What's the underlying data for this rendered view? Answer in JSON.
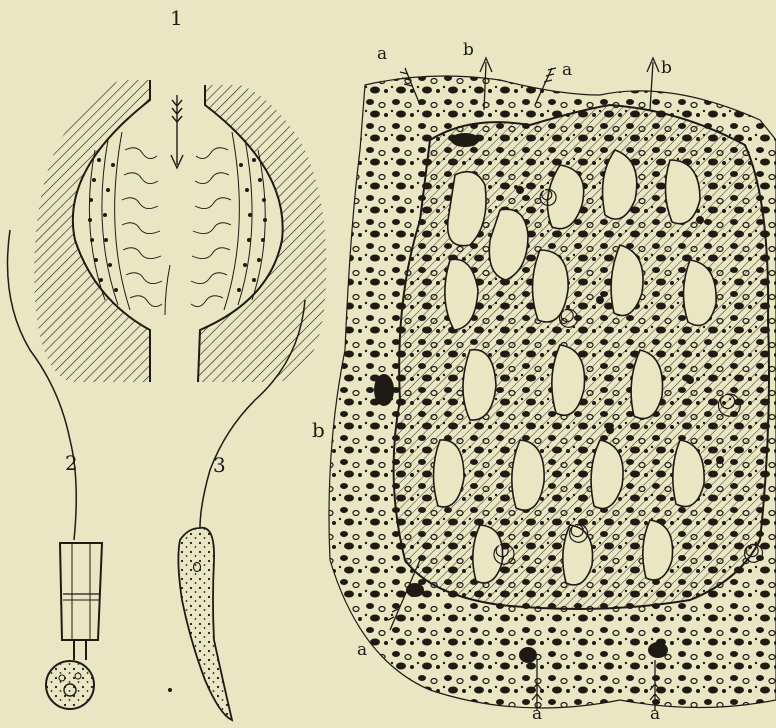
{
  "figure": {
    "labels": {
      "fig1": "1",
      "fig2": "2",
      "fig3": "3",
      "a_top_left": "a",
      "b_top_left": "b",
      "a_top_right": "a",
      "b_top_right": "b",
      "b_side": "b",
      "a_side": "a",
      "a_bottom_1": "a",
      "a_bottom_2": "a"
    },
    "colors": {
      "paper": "#e9e6c4",
      "ink": "#1d1b14"
    }
  }
}
